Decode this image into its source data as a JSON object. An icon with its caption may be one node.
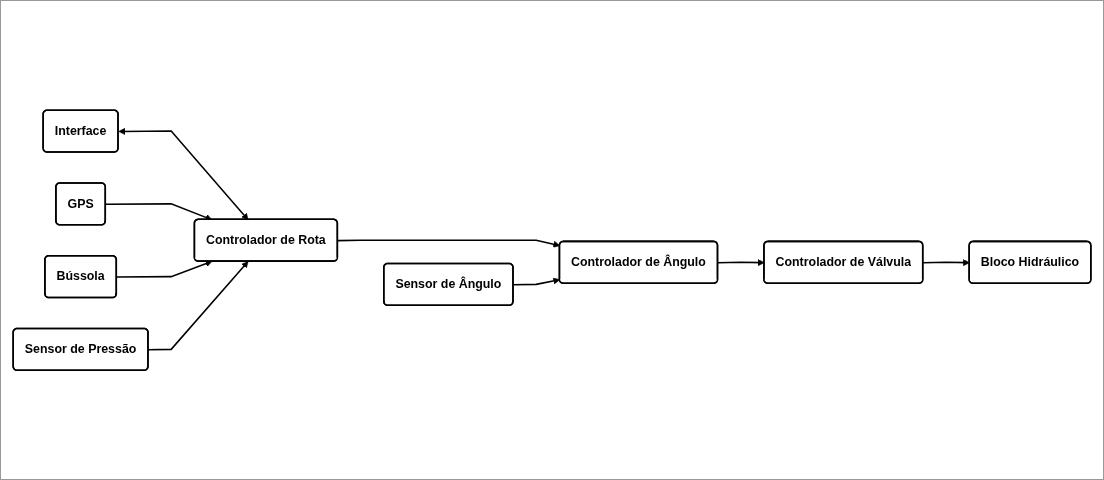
{
  "diagram": {
    "nodes": [
      {
        "text": [
          "Interface"
        ]
      },
      {
        "text": [
          "GPS"
        ]
      },
      {
        "text": [
          "Bússola"
        ]
      },
      {
        "text": [
          "Controlador de Rota"
        ]
      },
      {
        "text": [
          "Controlador de Ângulo"
        ]
      },
      {
        "text": [
          "Controlador de Válvula"
        ]
      },
      {
        "text": [
          "Bloco Hidráulico"
        ]
      },
      {
        "text": [
          "Sensor de Pressão"
        ]
      },
      {
        "text": [
          "Sensor de Ângulo"
        ]
      }
    ],
    "edges": [
      {
        "from": 0,
        "to": 3,
        "arrow": "both"
      },
      {
        "from": 1,
        "to": 3,
        "arrow": "to"
      },
      {
        "from": 2,
        "to": 3,
        "arrow": "to"
      },
      {
        "from": 7,
        "to": 3,
        "arrow": "to"
      },
      {
        "from": 3,
        "to": 4,
        "arrow": "to"
      },
      {
        "from": 8,
        "to": 4,
        "arrow": "to"
      },
      {
        "from": 4,
        "to": 5,
        "arrow": "to"
      },
      {
        "from": 5,
        "to": 6,
        "arrow": "to"
      }
    ]
  }
}
